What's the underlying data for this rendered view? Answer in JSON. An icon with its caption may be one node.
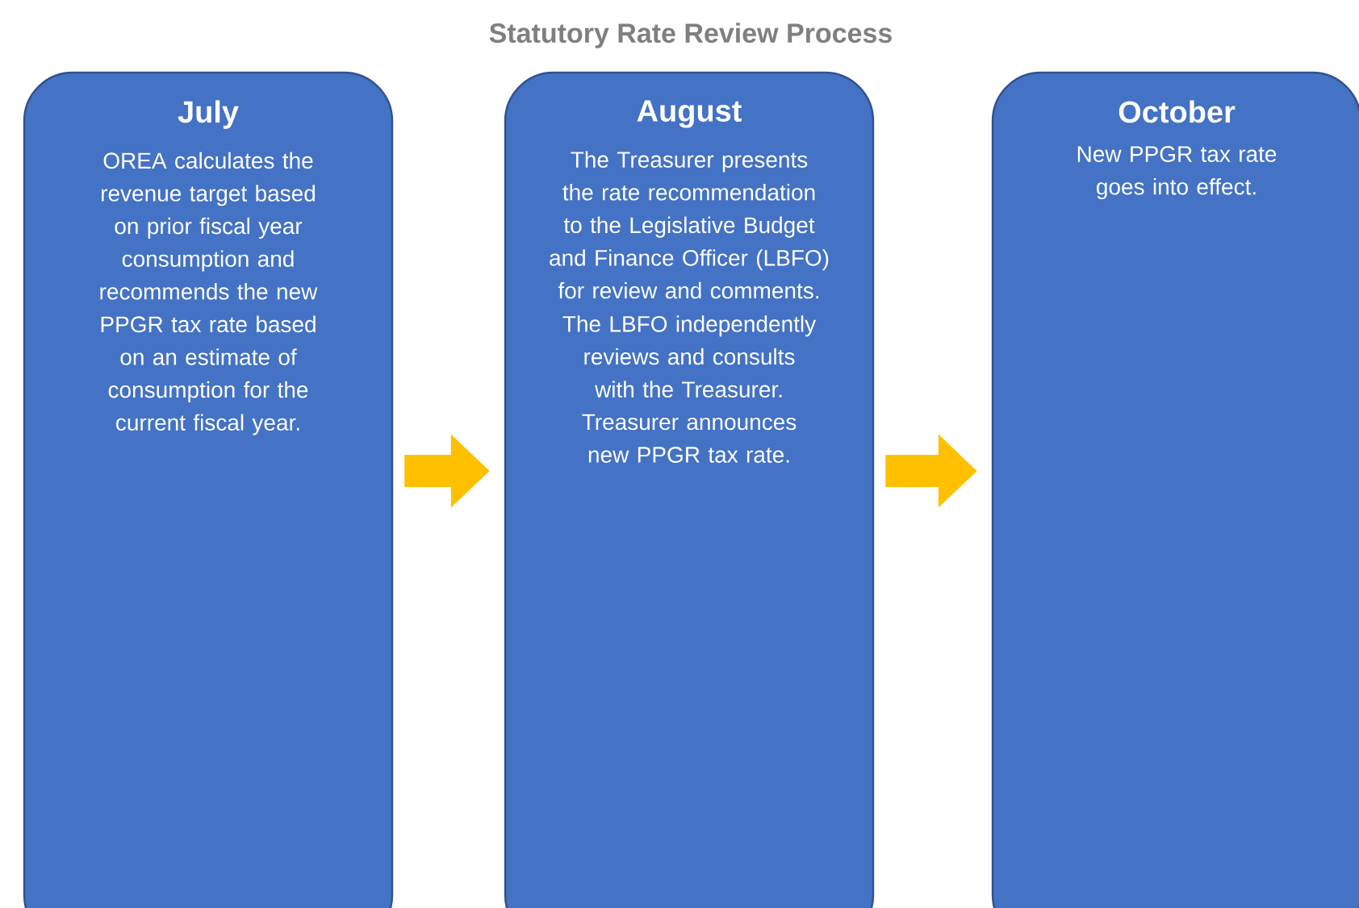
{
  "diagram": {
    "title": "Statutory Rate Review Process",
    "nodes": [
      {
        "text": [
          "July",
          "OREA calculates the revenue target based on prior fiscal year consumption and recommends the new PPGR tax rate based on an estimate of consumption for the current fiscal year."
        ]
      },
      {
        "text": [
          "August",
          "The Treasurer presents the rate recommendation to the Legislative Budget and Finance Officer (LBFO) for review and comments.",
          "The LBFO independently reviews and consults with the Treasurer.",
          "Treasurer announces new PPGR tax rate."
        ]
      },
      {
        "text": [
          "October",
          "New PPGR tax rate goes into effect."
        ]
      }
    ],
    "edges": [
      {
        "from": 0,
        "to": 1,
        "arrow": "to",
        "color": "#ffc000"
      },
      {
        "from": 1,
        "to": 2,
        "arrow": "to",
        "color": "#ffc000"
      }
    ]
  }
}
